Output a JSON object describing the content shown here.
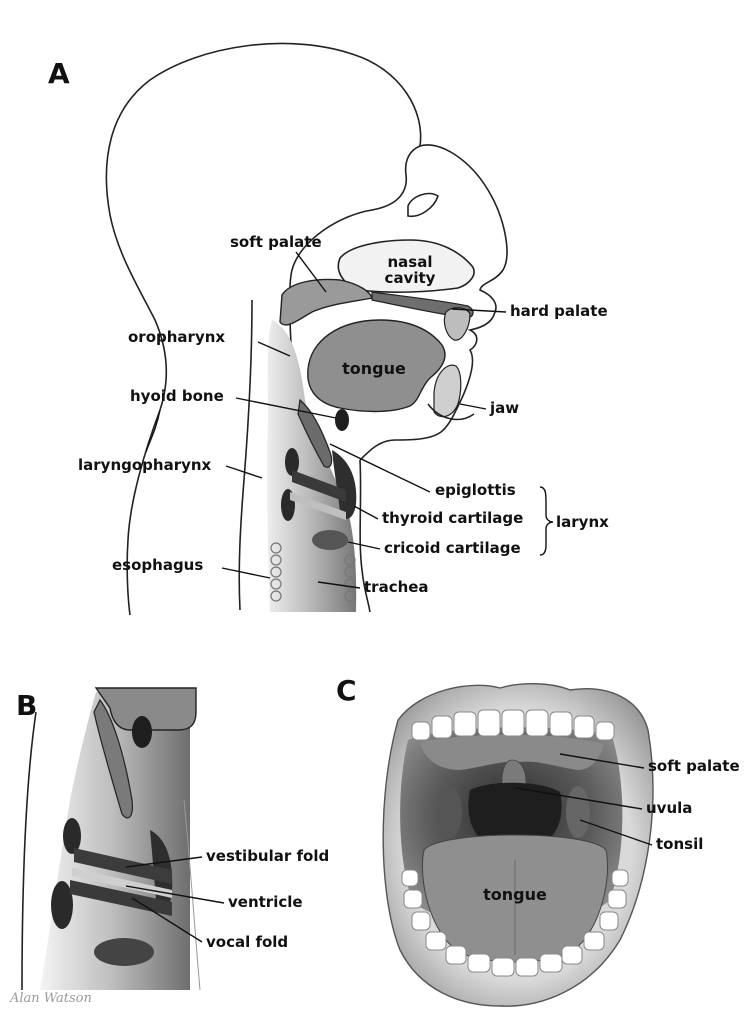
{
  "panels": {
    "a": {
      "label": "A",
      "labels": {
        "soft_palate": "soft palate",
        "nasal": "nasal",
        "cavity": "cavity",
        "hard_palate": "hard palate",
        "oropharynx": "oropharynx",
        "tongue": "tongue",
        "hyoid_bone": "hyoid bone",
        "jaw": "jaw",
        "laryngopharynx": "laryngopharynx",
        "epiglottis": "epiglottis",
        "thyroid_cartilage": "thyroid cartilage",
        "larynx": "larynx",
        "cricoid_cartilage": "cricoid cartilage",
        "esophagus": "esophagus",
        "trachea": "trachea"
      }
    },
    "b": {
      "label": "B",
      "labels": {
        "vestibular_fold": "vestibular fold",
        "ventricle": "ventricle",
        "vocal_fold": "vocal fold"
      },
      "signature": "Alan Watson"
    },
    "c": {
      "label": "C",
      "labels": {
        "soft_palate": "soft palate",
        "uvula": "uvula",
        "tonsil": "tonsil",
        "tongue": "tongue"
      }
    }
  },
  "colors": {
    "tissue": "#8f8f8f",
    "tissue_light": "#c8c8c8",
    "cartilage_dark": "#2e2e2e",
    "line": "#111111"
  }
}
